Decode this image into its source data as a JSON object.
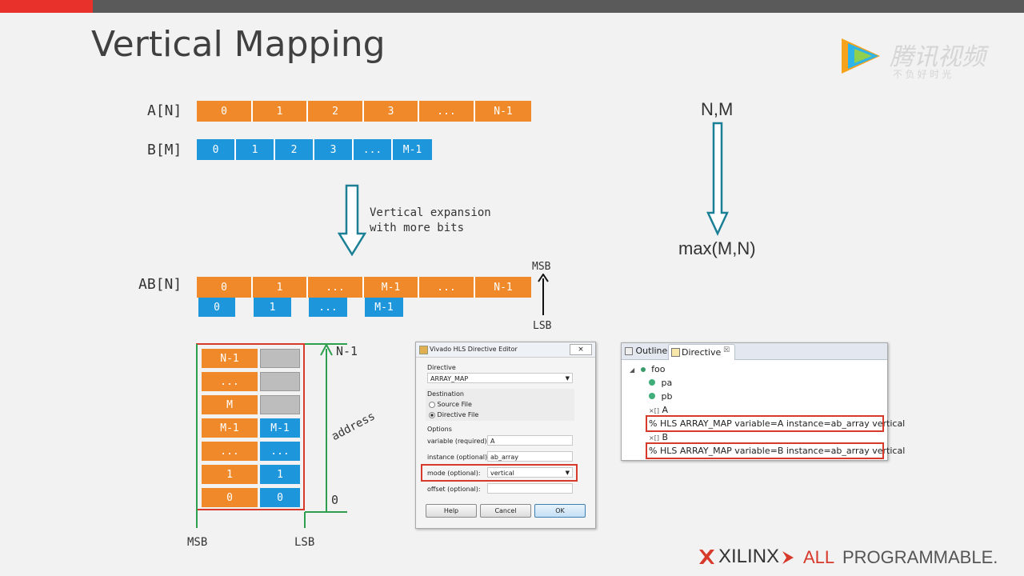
{
  "slide": {
    "title": "Vertical Mapping",
    "arrays": {
      "a_label": "A[N]",
      "b_label": "B[M]",
      "ab_label": "AB[N]",
      "a_cells": [
        "0",
        "1",
        "2",
        "3",
        "...",
        "N-1"
      ],
      "b_cells": [
        "0",
        "1",
        "2",
        "3",
        "...",
        "M-1"
      ],
      "ab_top_cells": [
        "0",
        "1",
        "...",
        "M-1",
        "...",
        "N-1"
      ],
      "ab_bottom_cells": [
        "0",
        "1",
        "...",
        "M-1"
      ]
    },
    "expansion_note_line1": "Vertical expansion",
    "expansion_note_line2": "with more bits",
    "msb": "MSB",
    "lsb": "LSB",
    "side": {
      "top": "N,M",
      "bottom": "max(M,N)"
    },
    "memory": {
      "left_col": [
        "N-1",
        "...",
        "M",
        "M-1",
        "...",
        "1",
        "0"
      ],
      "right_col": [
        "",
        "",
        "",
        "M-1",
        "...",
        "1",
        "0"
      ],
      "top_address": "N-1",
      "bottom_address": "0",
      "axis_label": "address",
      "msb": "MSB",
      "lsb": "LSB"
    }
  },
  "dialog": {
    "title": "Vivado HLS Directive Editor",
    "directive_label": "Directive",
    "directive_value": "ARRAY_MAP",
    "destination_label": "Destination",
    "source_file": "Source File",
    "directive_file": "Directive File",
    "options_label": "Options",
    "variable_label": "variable (required):",
    "variable_value": "A",
    "instance_label": "instance (optional):",
    "instance_value": "ab_array",
    "mode_label": "mode (optional):",
    "mode_value": "vertical",
    "offset_label": "offset (optional):",
    "help": "Help",
    "cancel": "Cancel",
    "ok": "OK"
  },
  "outline": {
    "tab_outline": "Outline",
    "tab_directive": "Directive",
    "tab_close": "☒",
    "root": "foo",
    "items": [
      "pa",
      "pb"
    ],
    "var_a": "A",
    "directive_a": "HLS ARRAY_MAP variable=A instance=ab_array vertical",
    "var_b": "B",
    "directive_b": "HLS ARRAY_MAP variable=B instance=ab_array vertical"
  },
  "watermark": {
    "cn_title": "腾讯视频",
    "cn_sub": "不 负 好 时 光"
  },
  "footer": {
    "brand": "XILINX",
    "tagline_all": "ALL",
    "tagline_rest": "PROGRAMMABLE."
  },
  "colors": {
    "orange": "#f0892a",
    "blue": "#1e96dc",
    "teal": "#1b7f95",
    "green": "#2e9e4f",
    "red": "#d73a2b"
  }
}
